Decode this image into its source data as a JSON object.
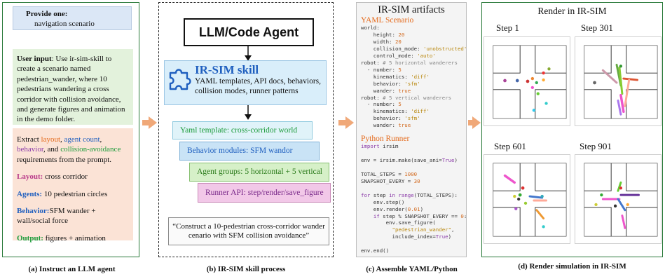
{
  "panel_a": {
    "provide_title": "Provide one:",
    "provide_value": "navigation scenario",
    "user_input_label": "User input",
    "user_input_text": ": Use ir-sim-skill to create a scenario named pedestrian_wander, where 10 pedestrians wandering a cross corridor with collision avoidance, and generate figures and animation in the demo folder.",
    "extract_prefix": "Extract ",
    "extract_layout": "layout",
    "extract_sep1": ", ",
    "extract_agent_count": "agent count",
    "extract_sep2": ", ",
    "extract_behavior": "behavior",
    "extract_sep3": ", and ",
    "extract_collision": "collision-avoidance",
    "extract_suffix": " requirements from the prompt.",
    "layout_label": "Layout:",
    "layout_value": " cross corridor",
    "agents_label": "Agents:",
    "agents_value": " 10 pedestrian circles",
    "behavior_label": "Behavior:",
    "behavior_value": "SFM wander + wall/social force",
    "output_label": "Output:",
    "output_value": " figures + animation",
    "caption": "(a) Instruct an LLM agent"
  },
  "panel_b": {
    "llm_box": "LLM/Code Agent",
    "skill_title": "IR-SIM skill",
    "skill_desc": "YAML templates, API docs, behaviors, collision modes, runner patterns",
    "stack_items": [
      "Yaml template: cross-corridor world",
      "Behavior modules: SFM wandor",
      "Agent groups: 5 horizontal + 5 vertical",
      "Runner API: step/render/save_figure"
    ],
    "quote": "“Construct a 10-pedestrian cross-corridor wander cenario with SFM collision avoidance”",
    "caption": "(b) IR-SIM skill process"
  },
  "panel_c": {
    "title": "IR-SIM artifacts",
    "yaml_head": "YAML Scenario",
    "python_head": "Python Runner",
    "caption": "(c) Assemble YAML/Python"
  },
  "panel_d": {
    "title": "Render in IR-SIM",
    "steps": [
      "Step 1",
      "Step 301",
      "Step 601",
      "Step 901"
    ],
    "caption": "(d) Render simulation in IR-SIM"
  },
  "colors": {
    "green_border": "#2a7a3a",
    "arrow": "#f0a878",
    "accent_orange": "#e46a1c",
    "accent_blue": "#1f5fbf"
  }
}
